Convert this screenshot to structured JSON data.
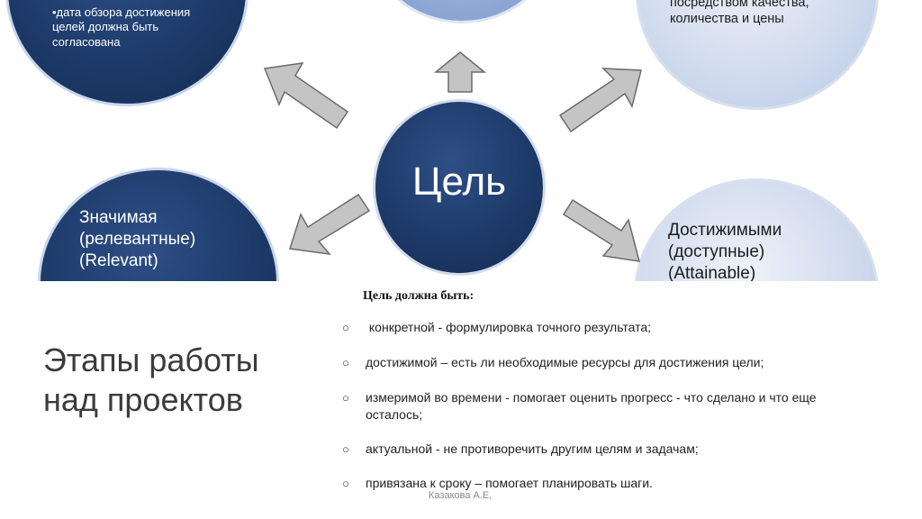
{
  "diagram": {
    "center_label": "Цель",
    "top_left_text": "•дата обзора достижения целей должна быть согласована",
    "top_right_text": "посредством качества, количества и цены",
    "bottom_left_text": "Значимая (релевантные) (Relevant)",
    "bottom_right_text": "Достижимыми (доступные) (Attainable)"
  },
  "slide": {
    "title": "Этапы работы над проектов",
    "list_heading": "Цель должна быть:",
    "bullet_glyph": "○",
    "items": [
      " конкретной - формулировка точного результата;",
      "достижимой – есть ли необходимые ресурсы для достижения цели;",
      "измеримой во времени - помогает оценить прогресс - что сделано и что еще осталось;",
      "актуальной - не противоречить другим целям и задачам;",
      "привязана к сроку – помогает планировать шаги."
    ],
    "footer": "Казакова А.Е,"
  },
  "colors": {
    "dark_circle": "#1d3a69",
    "light_circle": "#cfdaed",
    "arrow_fill": "#c4c4c4",
    "arrow_stroke": "#6b6b6b"
  }
}
